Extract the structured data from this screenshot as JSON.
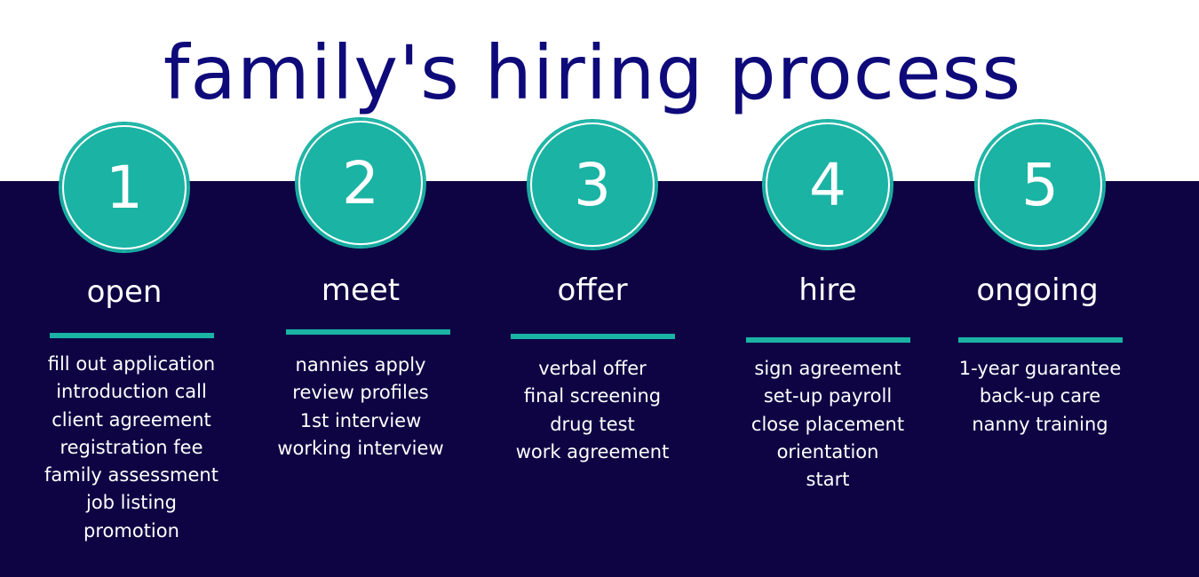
{
  "title": "family's hiring process",
  "colors": {
    "navy": "#0e0a7a",
    "band": "#0e0444",
    "teal": "#1ab3a4",
    "white": "#ffffff"
  },
  "steps": [
    {
      "number": "1",
      "label": "open",
      "items": [
        "fill out application",
        "introduction call",
        "client agreement",
        "registration fee",
        "family assessment",
        "job listing",
        "promotion"
      ]
    },
    {
      "number": "2",
      "label": "meet",
      "items": [
        "nannies apply",
        "review profiles",
        "1st interview",
        "working interview"
      ]
    },
    {
      "number": "3",
      "label": "offer",
      "items": [
        "verbal offer",
        "final screening",
        "drug test",
        "work agreement"
      ]
    },
    {
      "number": "4",
      "label": "hire",
      "items": [
        "sign agreement",
        "set-up payroll",
        "close placement",
        "orientation",
        "start"
      ]
    },
    {
      "number": "5",
      "label": "ongoing",
      "items": [
        "1-year guarantee",
        "back-up care",
        "nanny training"
      ]
    }
  ]
}
